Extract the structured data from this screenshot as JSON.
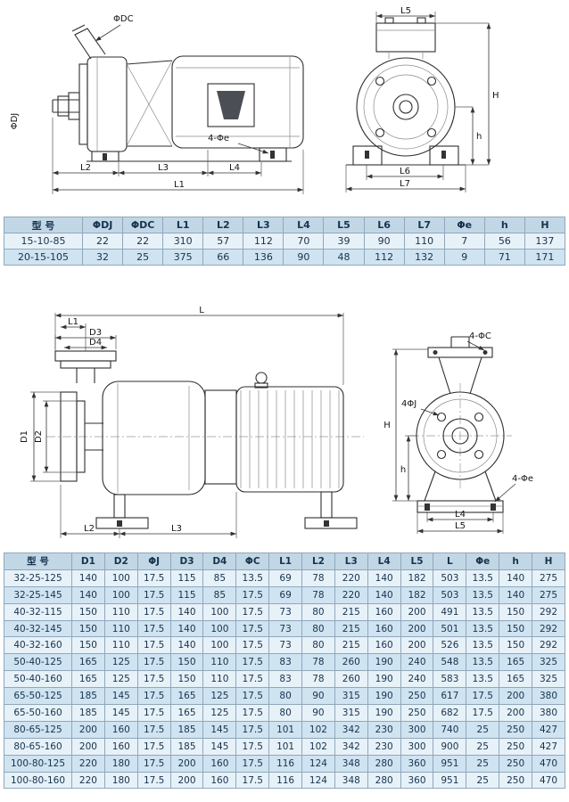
{
  "colors": {
    "page-bg": "#ffffff",
    "table-border": "#8fa8bc",
    "table-header-bg": "#c2d7e5",
    "row-light": "#e7f1f8",
    "row-dark": "#cfe3f1",
    "table-text": "#17334e"
  },
  "diagrams": {
    "small_side": {
      "labels": {
        "dc": "ΦDC",
        "dj": "ΦDJ",
        "e": "4-Φe",
        "l1": "L1",
        "l2": "L2",
        "l3": "L3",
        "l4": "L4"
      }
    },
    "small_end": {
      "labels": {
        "l5": "L5",
        "l6": "L6",
        "l7": "L7",
        "H": "H",
        "h": "h"
      }
    },
    "big_side": {
      "labels": {
        "L": "L",
        "l1": "L1",
        "d1": "D1",
        "d2": "D2",
        "d3": "D3",
        "d4": "D4",
        "l2": "L2",
        "l3": "L3"
      }
    },
    "big_end": {
      "labels": {
        "c": "4-ΦC",
        "j": "4ΦJ",
        "e": "4-Φe",
        "H": "H",
        "h": "h",
        "l4": "L4",
        "l5": "L5"
      }
    }
  },
  "table1": {
    "headers": [
      "型 号",
      "ΦDJ",
      "ΦDC",
      "L1",
      "L2",
      "L3",
      "L4",
      "L5",
      "L6",
      "L7",
      "Φe",
      "h",
      "H"
    ],
    "rows": [
      [
        "15-10-85",
        "22",
        "22",
        "310",
        "57",
        "112",
        "70",
        "39",
        "90",
        "110",
        "7",
        "56",
        "137"
      ],
      [
        "20-15-105",
        "32",
        "25",
        "375",
        "66",
        "136",
        "90",
        "48",
        "112",
        "132",
        "9",
        "71",
        "171"
      ]
    ]
  },
  "table2": {
    "headers": [
      "型 号",
      "D1",
      "D2",
      "ΦJ",
      "D3",
      "D4",
      "ΦC",
      "L1",
      "L2",
      "L3",
      "L4",
      "L5",
      "L",
      "Φe",
      "h",
      "H"
    ],
    "rows": [
      [
        "32-25-125",
        "140",
        "100",
        "17.5",
        "115",
        "85",
        "13.5",
        "69",
        "78",
        "220",
        "140",
        "182",
        "503",
        "13.5",
        "140",
        "275"
      ],
      [
        "32-25-145",
        "140",
        "100",
        "17.5",
        "115",
        "85",
        "17.5",
        "69",
        "78",
        "220",
        "140",
        "182",
        "503",
        "13.5",
        "140",
        "275"
      ],
      [
        "40-32-115",
        "150",
        "110",
        "17.5",
        "140",
        "100",
        "17.5",
        "73",
        "80",
        "215",
        "160",
        "200",
        "491",
        "13.5",
        "150",
        "292"
      ],
      [
        "40-32-145",
        "150",
        "110",
        "17.5",
        "140",
        "100",
        "17.5",
        "73",
        "80",
        "215",
        "160",
        "200",
        "501",
        "13.5",
        "150",
        "292"
      ],
      [
        "40-32-160",
        "150",
        "110",
        "17.5",
        "140",
        "100",
        "17.5",
        "73",
        "80",
        "215",
        "160",
        "200",
        "526",
        "13.5",
        "150",
        "292"
      ],
      [
        "50-40-125",
        "165",
        "125",
        "17.5",
        "150",
        "110",
        "17.5",
        "83",
        "78",
        "260",
        "190",
        "240",
        "548",
        "13.5",
        "165",
        "325"
      ],
      [
        "50-40-160",
        "165",
        "125",
        "17.5",
        "150",
        "110",
        "17.5",
        "83",
        "78",
        "260",
        "190",
        "240",
        "583",
        "13.5",
        "165",
        "325"
      ],
      [
        "65-50-125",
        "185",
        "145",
        "17.5",
        "165",
        "125",
        "17.5",
        "80",
        "90",
        "315",
        "190",
        "250",
        "617",
        "17.5",
        "200",
        "380"
      ],
      [
        "65-50-160",
        "185",
        "145",
        "17.5",
        "165",
        "125",
        "17.5",
        "80",
        "90",
        "315",
        "190",
        "250",
        "682",
        "17.5",
        "200",
        "380"
      ],
      [
        "80-65-125",
        "200",
        "160",
        "17.5",
        "185",
        "145",
        "17.5",
        "101",
        "102",
        "342",
        "230",
        "300",
        "740",
        "25",
        "250",
        "427"
      ],
      [
        "80-65-160",
        "200",
        "160",
        "17.5",
        "185",
        "145",
        "17.5",
        "101",
        "102",
        "342",
        "230",
        "300",
        "900",
        "25",
        "250",
        "427"
      ],
      [
        "100-80-125",
        "220",
        "180",
        "17.5",
        "200",
        "160",
        "17.5",
        "116",
        "124",
        "348",
        "280",
        "360",
        "951",
        "25",
        "250",
        "470"
      ],
      [
        "100-80-160",
        "220",
        "180",
        "17.5",
        "200",
        "160",
        "17.5",
        "116",
        "124",
        "348",
        "280",
        "360",
        "951",
        "25",
        "250",
        "470"
      ]
    ]
  }
}
